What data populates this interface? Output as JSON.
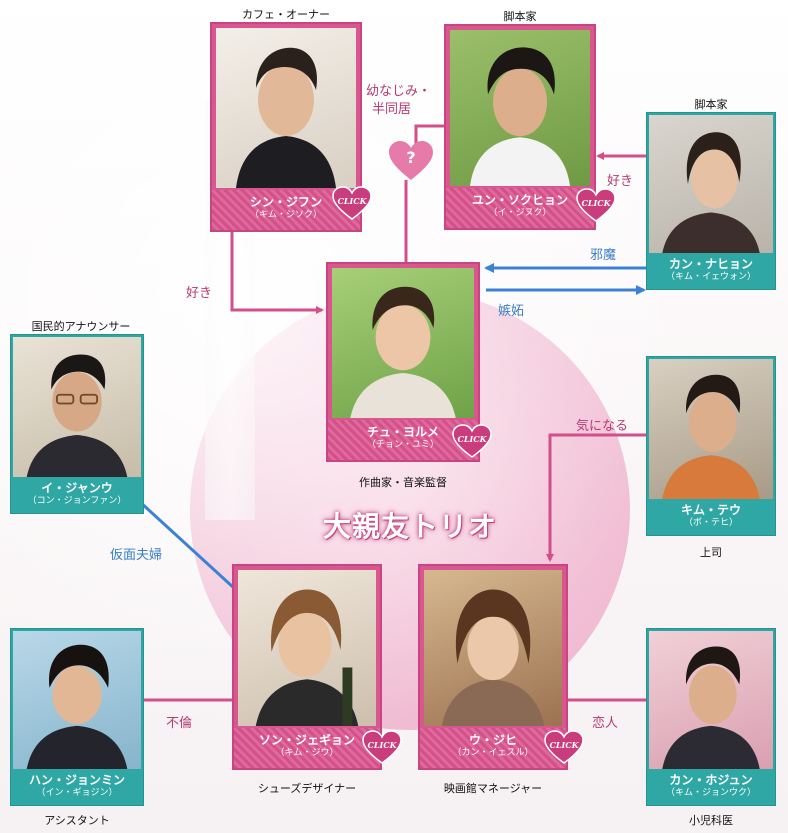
{
  "diagram": {
    "center_label": "大親友トリオ",
    "question_mark": "?",
    "click_label": "CLICK"
  },
  "colors": {
    "pink_line": "#d14f8b",
    "blue_line": "#3c82d4",
    "big_card": "#d9578f",
    "small_card": "#2fa7a4"
  },
  "characters": {
    "shin": {
      "name": "シン・ジフン",
      "actor": "（キム・ジソク）",
      "role": "カフェ・オーナー"
    },
    "yoon": {
      "name": "ユン・ソクヒョン",
      "actor": "（イ・ジヌク）",
      "role": "脚本家"
    },
    "kang_nahyon": {
      "name": "カン・ナヒョン",
      "actor": "（キム・イェウォン）",
      "role": "脚本家"
    },
    "ju": {
      "name": "チュ・ヨルメ",
      "actor": "（チョン・ユミ）",
      "role": "作曲家・音楽監督"
    },
    "lee": {
      "name": "イ・ジャンウ",
      "actor": "（コン・ジョンファン）",
      "role": "国民的アナウンサー"
    },
    "kim": {
      "name": "キム・テウ",
      "actor": "（ボ・テヒ）",
      "role": "上司"
    },
    "song": {
      "name": "ソン・ジェギョン",
      "actor": "（キム・ジウ）",
      "role": "シューズデザイナー"
    },
    "woo": {
      "name": "ウ・ジヒ",
      "actor": "（カン・イェスル）",
      "role": "映画館マネージャー"
    },
    "han": {
      "name": "ハン・ジョンミン",
      "actor": "（イン・ギョジン）",
      "role": "アシスタント"
    },
    "kang_hojun": {
      "name": "カン・ホジュン",
      "actor": "（キム・ジョンウク）",
      "role": "小児科医"
    }
  },
  "relations": {
    "childhood": "幼なじみ・",
    "cohabit": "半同居",
    "like_1": "好き",
    "like_2": "好き",
    "obstruct": "邪魔",
    "jealous": "嫉妬",
    "curious": "気になる",
    "fake_couple": "仮面夫婦",
    "affair": "不倫",
    "lovers": "恋人"
  }
}
